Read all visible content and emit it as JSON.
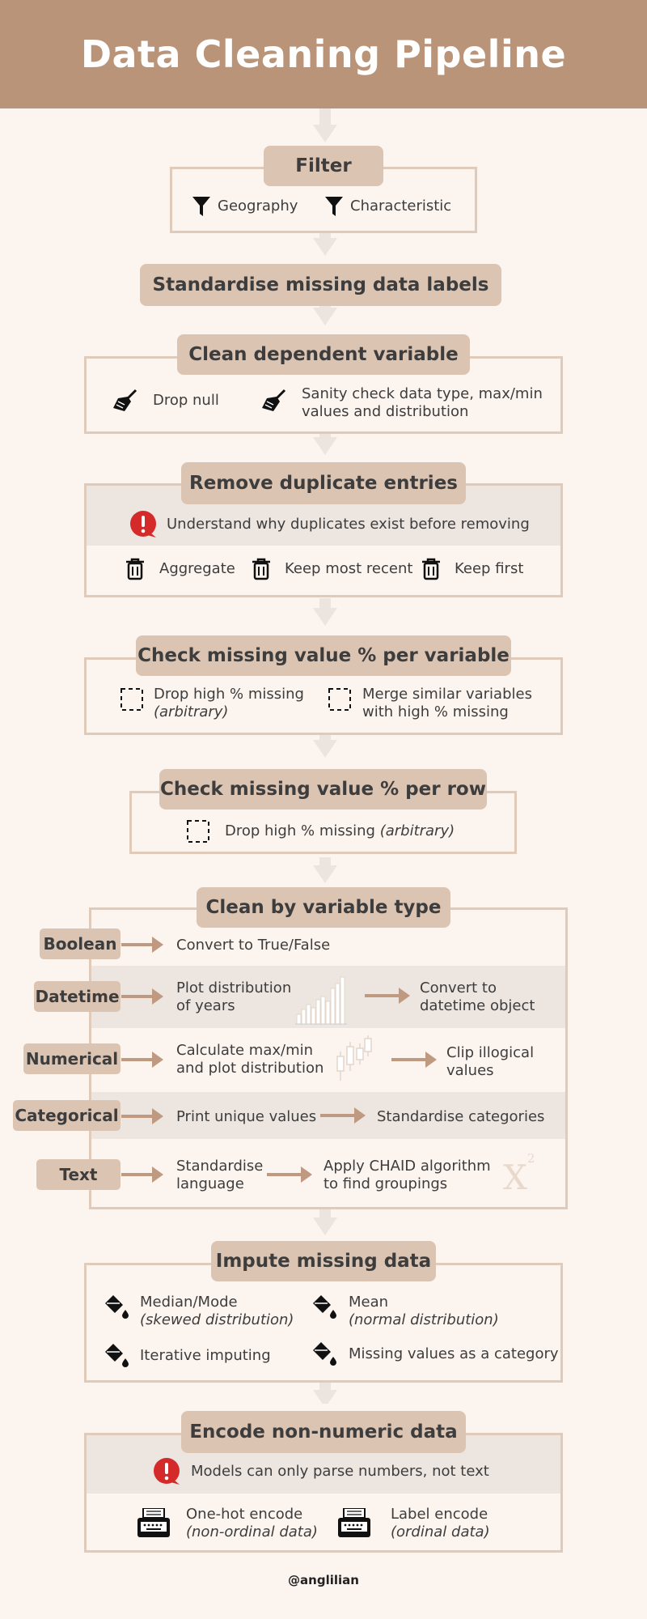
{
  "header": {
    "title": "Data Cleaning Pipeline"
  },
  "filter": {
    "title": "Filter",
    "items": [
      "Geography",
      "Characteristic"
    ]
  },
  "standardise": {
    "title": "Standardise missing data labels"
  },
  "dependent": {
    "title": "Clean dependent variable",
    "items": [
      "Drop null",
      "Sanity check data type, max/min",
      "values and distribution"
    ]
  },
  "duplicates": {
    "title": "Remove duplicate entries",
    "warning": "Understand why duplicates exist before removing",
    "items": [
      "Aggregate",
      "Keep most recent",
      "Keep first"
    ]
  },
  "missing_var": {
    "title": "Check missing value % per variable",
    "item1": "Drop high % missing",
    "item1_note": "(arbitrary)",
    "item2_line1": "Merge similar variables",
    "item2_line2": "with high % missing"
  },
  "missing_row": {
    "title": "Check missing value % per row",
    "item": "Drop high % missing",
    "item_note": "(arbitrary)"
  },
  "by_type": {
    "title": "Clean by variable type",
    "rows": [
      {
        "label": "Boolean",
        "step1": "Convert to True/False"
      },
      {
        "label": "Datetime",
        "step1_l1": "Plot distribution",
        "step1_l2": "of years",
        "step2_l1": "Convert to",
        "step2_l2": "datetime object"
      },
      {
        "label": "Numerical",
        "step1_l1": "Calculate max/min",
        "step1_l2": "and plot distribution",
        "step2_l1": "Clip illogical",
        "step2_l2": "values"
      },
      {
        "label": "Categorical",
        "step1": "Print unique values",
        "step2": "Standardise categories"
      },
      {
        "label": "Text",
        "step1_l1": "Standardise",
        "step1_l2": "language",
        "step2_l1": "Apply CHAID algorithm",
        "step2_l2": "to find groupings"
      }
    ],
    "chi_symbol": "X",
    "chi_sup": "2"
  },
  "impute": {
    "title": "Impute missing data",
    "items": [
      {
        "text": "Median/Mode",
        "note": "(skewed distribution)"
      },
      {
        "text": "Mean",
        "note": "(normal distribution)"
      },
      {
        "text": "Iterative imputing"
      },
      {
        "text": "Missing values as a category"
      }
    ]
  },
  "encode": {
    "title": "Encode non-numeric data",
    "warning": "Models can only parse numbers, not text",
    "items": [
      {
        "text": "One-hot encode",
        "note": "(non-ordinal data)"
      },
      {
        "text": "Label encode",
        "note": "(ordinal data)"
      }
    ]
  },
  "footer": {
    "handle": "@anglilian"
  },
  "colors": {
    "header": "#b99479",
    "title_bg": "#dcc4b3",
    "border": "#e0cbbb",
    "arrow": "#bf9a80",
    "warning": "#d42a2a",
    "background": "#fcf4ef"
  },
  "icons": [
    "funnel-icon",
    "broom-icon",
    "alert-icon",
    "trash-icon",
    "dashed-square-icon",
    "bar-chart-icon",
    "candlestick-icon",
    "chi-square-icon",
    "paint-bucket-icon",
    "typewriter-icon"
  ]
}
